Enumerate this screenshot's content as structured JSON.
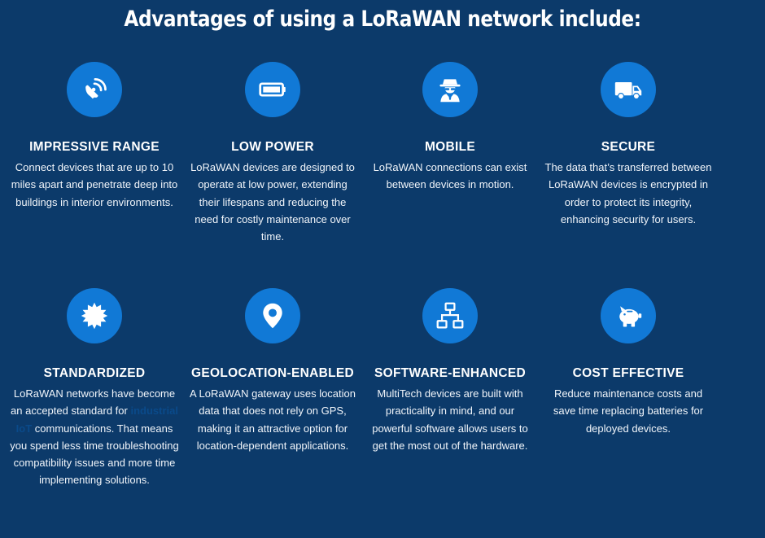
{
  "title": "Advantages of using a LoRaWAN network include:",
  "accent_color": "#1179d6",
  "background_color": "#0c3a6a",
  "cards": [
    {
      "icon": "satellite-dish-icon",
      "title": "IMPRESSIVE RANGE",
      "text": "Connect devices that are up to 10 miles apart and penetrate deep into buildings in interior environments."
    },
    {
      "icon": "battery-full-icon",
      "title": "LOW POWER",
      "text": "LoRaWAN devices are designed to operate at low power, extending their lifespans and reducing the need for costly maintenance over time."
    },
    {
      "icon": "user-secret-icon",
      "title": "MOBILE",
      "text": "LoRaWAN connections can exist between devices in motion."
    },
    {
      "icon": "truck-icon",
      "title": "SECURE",
      "text": "The data that’s transferred between LoRaWAN devices is encrypted in order to protect its integrity, enhancing security for users."
    },
    {
      "icon": "certificate-badge-icon",
      "title": "STANDARDIZED",
      "text_before": "LoRaWAN networks have become an accepted standard for ",
      "link": "industrial IoT",
      "text_after": " communications. That means you spend less time troubleshooting compatibility issues and more time implementing solutions."
    },
    {
      "icon": "map-marker-icon",
      "title": "GEOLOCATION-ENABLED",
      "text": "A LoRaWAN gateway uses location data that does not rely on GPS, making it an attractive option for location-dependent applications."
    },
    {
      "icon": "sitemap-icon",
      "title": "SOFTWARE-ENHANCED",
      "text": "MultiTech devices are built with practicality in mind, and our powerful software allows users to get the most out of the hardware."
    },
    {
      "icon": "piggy-bank-icon",
      "title": "COST EFFECTIVE",
      "text": "Reduce maintenance costs and save time replacing batteries for deployed devices."
    }
  ]
}
